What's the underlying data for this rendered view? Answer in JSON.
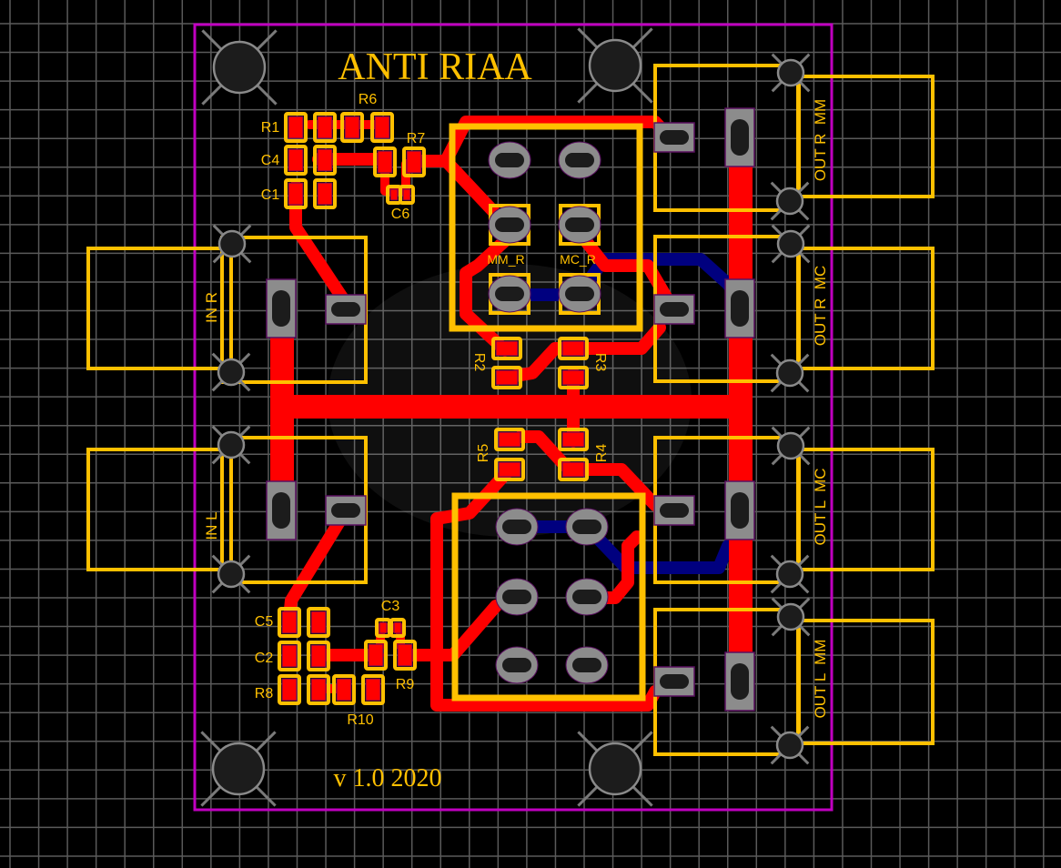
{
  "board": {
    "title": "ANTI RIAA",
    "version": "v 1.0 2020"
  },
  "colors": {
    "background": "#000000",
    "grid": "#5a5a5a",
    "board_outline": "#c000c0",
    "silkscreen": "#ffc000",
    "top_copper": "#ff0000",
    "bottom_copper": "#00007f",
    "pad": "#8c8c8c",
    "hole": "#1c1c1c",
    "pad_outline": "#5a1060"
  },
  "connectors": {
    "in_r": "IN R",
    "in_l": "IN L",
    "out_r_mm": "OUT R  MM",
    "out_r_mc": "OUT R  MC",
    "out_l_mc": "OUT L  MC",
    "out_l_mm": "OUT L  MM"
  },
  "switches": {
    "top_labels": [
      "MM_R",
      "MC_R"
    ]
  },
  "components": {
    "R1": "R1",
    "R2": "R2",
    "R3": "R3",
    "R4": "R4",
    "R5": "R5",
    "R6": "R6",
    "R7": "R7",
    "R8": "R8",
    "R9": "R9",
    "R10": "R10",
    "C1": "C1",
    "C2": "C2",
    "C3": "C3",
    "C4": "C4",
    "C5": "C5",
    "C6": "C6"
  }
}
